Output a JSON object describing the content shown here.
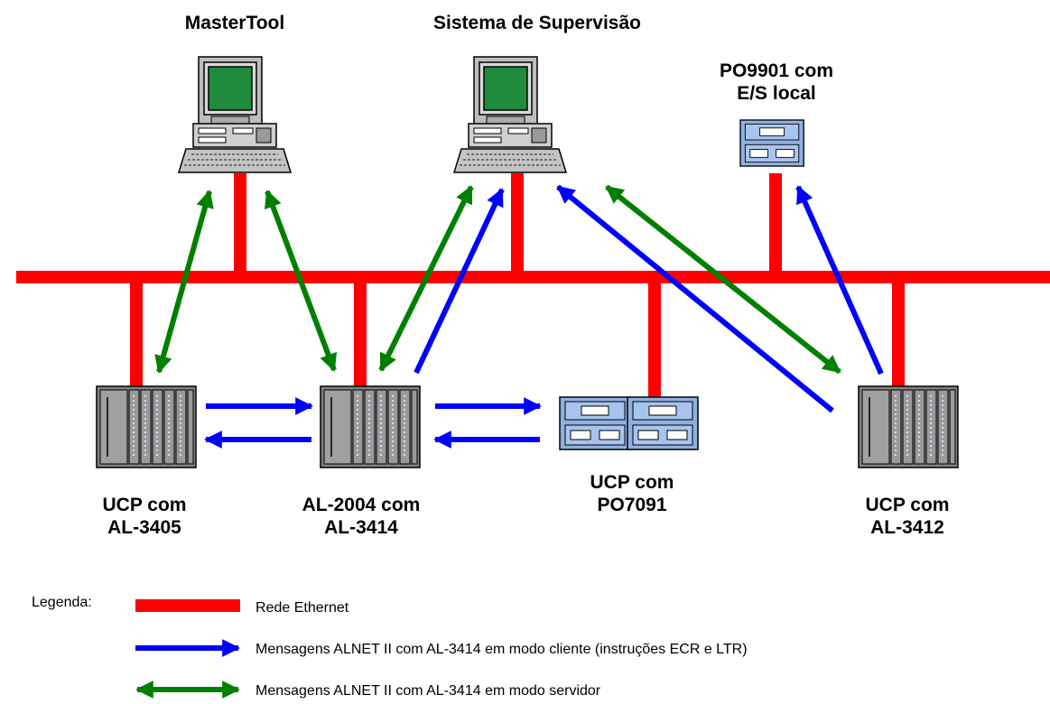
{
  "labels": {
    "mastertool": "MasterTool",
    "supervisao": "Sistema de Supervisão",
    "po9901_line1": "PO9901 com",
    "po9901_line2": "E/S local",
    "ucp3405_line1": "UCP com",
    "ucp3405_line2": "AL-3405",
    "al2004_line1": "AL-2004 com",
    "al2004_line2": "AL-3414",
    "ucp_po7091_line1": "UCP com",
    "ucp_po7091_line2": "PO7091",
    "ucp3412_line1": "UCP com",
    "ucp3412_line2": "AL-3412"
  },
  "legend": {
    "title": "Legenda:",
    "ethernet": "Rede Ethernet",
    "client": "Mensagens ALNET II com AL-3414 em modo cliente (instruções ECR e LTR)",
    "server": "Mensagens ALNET II com AL-3414 em modo servidor"
  },
  "colors": {
    "ethernet": "#ff0000",
    "client": "#0000ff",
    "server": "#008000",
    "screen": "#1e8c3c",
    "module": "#8fb0e0"
  }
}
